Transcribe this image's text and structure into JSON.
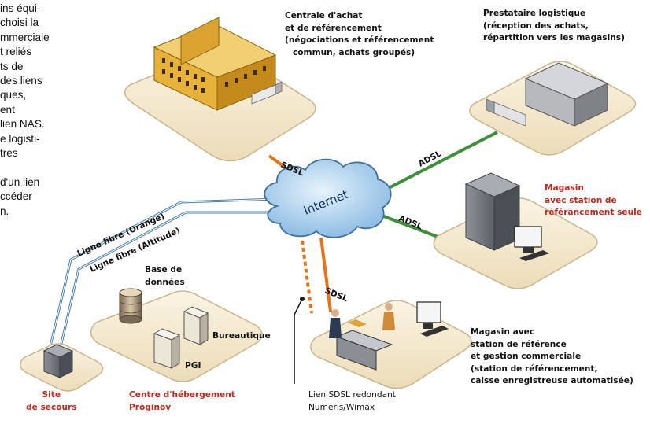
{
  "side_text": [
    "ins équi-",
    "choisi la",
    "mmerciale",
    "t reliés",
    "ts de",
    " des liens",
    "ques,",
    "ent",
    " lien NAS.",
    "e logisti-",
    "tres",
    "",
    "d'un lien",
    "ccéder",
    "n."
  ],
  "nodes": {
    "centrale": {
      "title": [
        "Centrale d'achat",
        "et de référencement"
      ],
      "detail": [
        "(négociations et référencement",
        "commun, achats groupés)"
      ]
    },
    "prestataire": {
      "title": "Prestataire logistique",
      "detail": [
        "(réception des achats,",
        "répartition vers les magasins)"
      ]
    },
    "magasin1": {
      "lines": [
        "Magasin",
        "avec station de",
        "référancement seule"
      ]
    },
    "magasin2": {
      "title": [
        "Magasin avec",
        "station de référence",
        "et gestion commerciale"
      ],
      "detail": [
        "(station de référencement,",
        "caisse enregistreuse automatisée)"
      ]
    },
    "hebergement": {
      "title": [
        "Centre d'hébergement",
        "Proginov"
      ],
      "base": [
        "Base de",
        "données"
      ],
      "bureautique": "Bureautique",
      "pgi": "PGI"
    },
    "secours": [
      "Site",
      "de secours"
    ],
    "redondant": [
      "Lien SDSL redondant",
      "Numeris/Wimax"
    ]
  },
  "links": {
    "internet": "Internet",
    "sdsl_top": "SDSL",
    "adsl_top": "ADSL",
    "adsl_mid": "ADSL",
    "sdsl_bottom": "SDSL",
    "fibre_orange": "Ligne fibre (Orange)",
    "fibre_altitude": "Ligne fibre (Altitude)"
  },
  "colors": {
    "sdsl": "#e8731a",
    "adsl": "#3e8f3a",
    "fibre": "#4a7fa4",
    "label_red": "#c0281c",
    "cloud": "#9fc8ea"
  }
}
